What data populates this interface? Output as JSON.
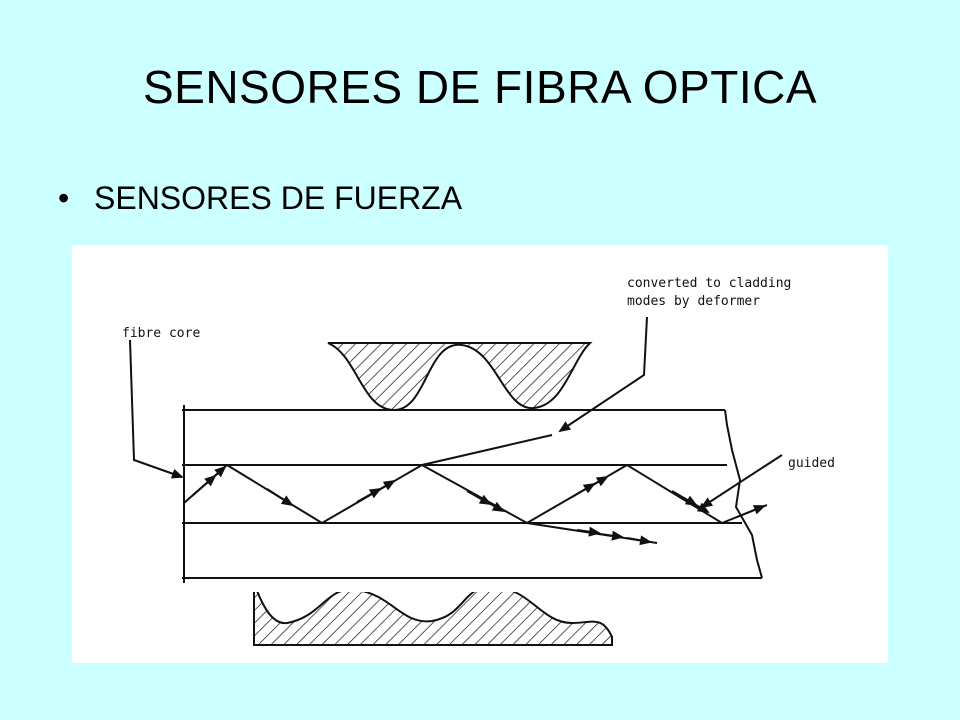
{
  "slide": {
    "title": "SENSORES DE FIBRA OPTICA",
    "bullet": "SENSORES DE FUERZA"
  },
  "figure": {
    "labels": {
      "fibre_core": "fibre core",
      "converted_line1": "converted to cladding",
      "converted_line2": "modes by deformer",
      "guided": "guided"
    }
  },
  "colors": {
    "background": "#ccffff",
    "figure_background": "#ffffff",
    "ink": "#111111"
  }
}
